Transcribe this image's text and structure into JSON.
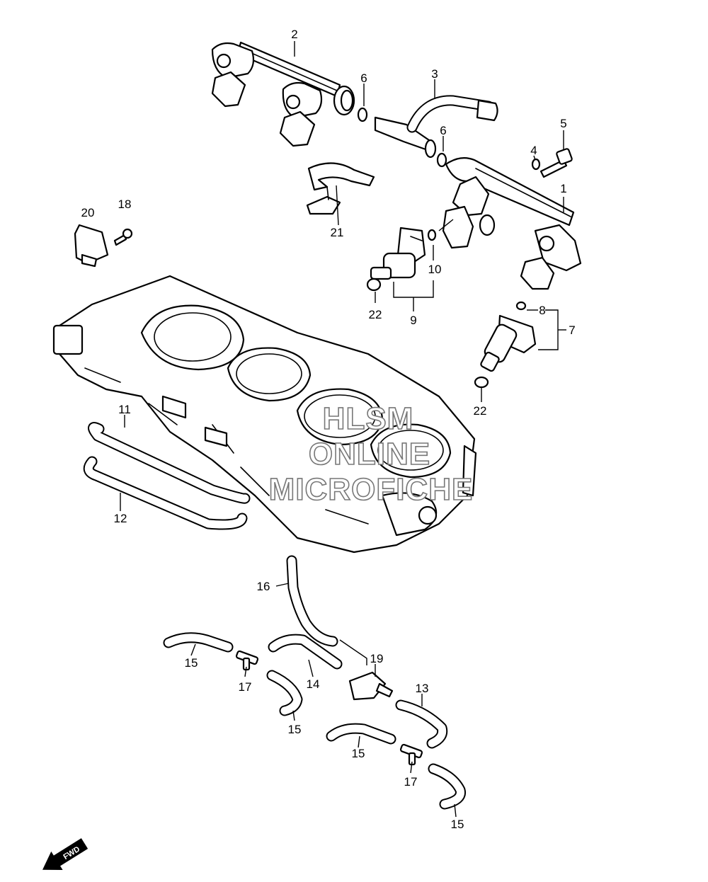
{
  "callouts": {
    "c1": "1",
    "c2": "2",
    "c3": "3",
    "c4": "4",
    "c5": "5",
    "c6a": "6",
    "c6b": "6",
    "c7": "7",
    "c8": "8",
    "c9": "9",
    "c10": "10",
    "c11": "11",
    "c12": "12",
    "c13": "13",
    "c14": "14",
    "c15a": "15",
    "c15b": "15",
    "c15c": "15",
    "c15d": "15",
    "c16": "16",
    "c17a": "17",
    "c17b": "17",
    "c18": "18",
    "c19": "19",
    "c20": "20",
    "c21": "21",
    "c22a": "22",
    "c22b": "22"
  },
  "watermark": {
    "line1": "HLSM",
    "line2": "ONLINE",
    "line3": "MICROFICHE"
  },
  "fwd_label": "FWD",
  "colors": {
    "line": "#000000",
    "background": "#ffffff",
    "watermark_stroke": "#777777"
  }
}
